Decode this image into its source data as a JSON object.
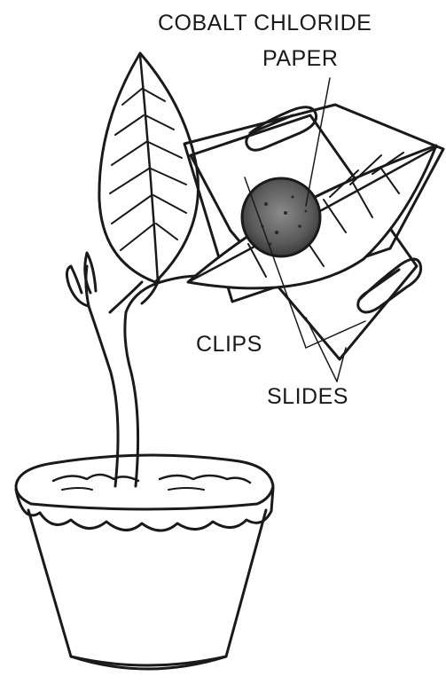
{
  "labels": {
    "cobalt_line1": "COBALT CHLORIDE",
    "cobalt_line2": "PAPER",
    "clips": "CLIPS",
    "slides": "SLIDES"
  },
  "colors": {
    "ink": "#1a1a1a",
    "paper_fill": "#6e6e6e",
    "background": "#ffffff"
  }
}
